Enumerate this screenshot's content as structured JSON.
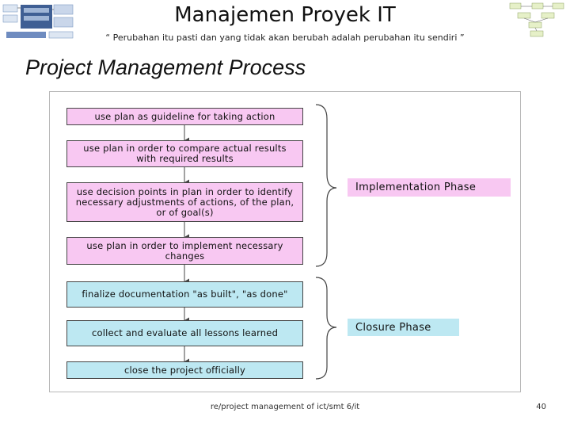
{
  "slide": {
    "title": "Manajemen Proyek IT",
    "quote": "“ Perubahan itu pasti dan yang tidak akan berubah adalah perubahan itu sendiri ”",
    "heading": "Project Management Process"
  },
  "diagram": {
    "steps": [
      {
        "text": "use plan as guideline for taking action",
        "phase": "implementation"
      },
      {
        "text": "use plan in order to compare actual results with required results",
        "phase": "implementation"
      },
      {
        "text": "use decision points in plan in order to identify necessary adjustments of actions, of the plan, or of goal(s)",
        "phase": "implementation"
      },
      {
        "text": "use plan in order to implement necessary changes",
        "phase": "implementation"
      },
      {
        "text": "finalize documentation \"as built\", \"as done\"",
        "phase": "closure"
      },
      {
        "text": "collect and evaluate all lessons learned",
        "phase": "closure"
      },
      {
        "text": "close the project officially",
        "phase": "closure"
      }
    ],
    "phases": {
      "implementation": "Implementation Phase",
      "closure": "Closure Phase"
    },
    "colors": {
      "implementation": "#f8c8f2",
      "closure": "#bde8f2"
    }
  },
  "footer": {
    "text": "re/project management of ict/smt 6/it",
    "page_number": "40"
  }
}
